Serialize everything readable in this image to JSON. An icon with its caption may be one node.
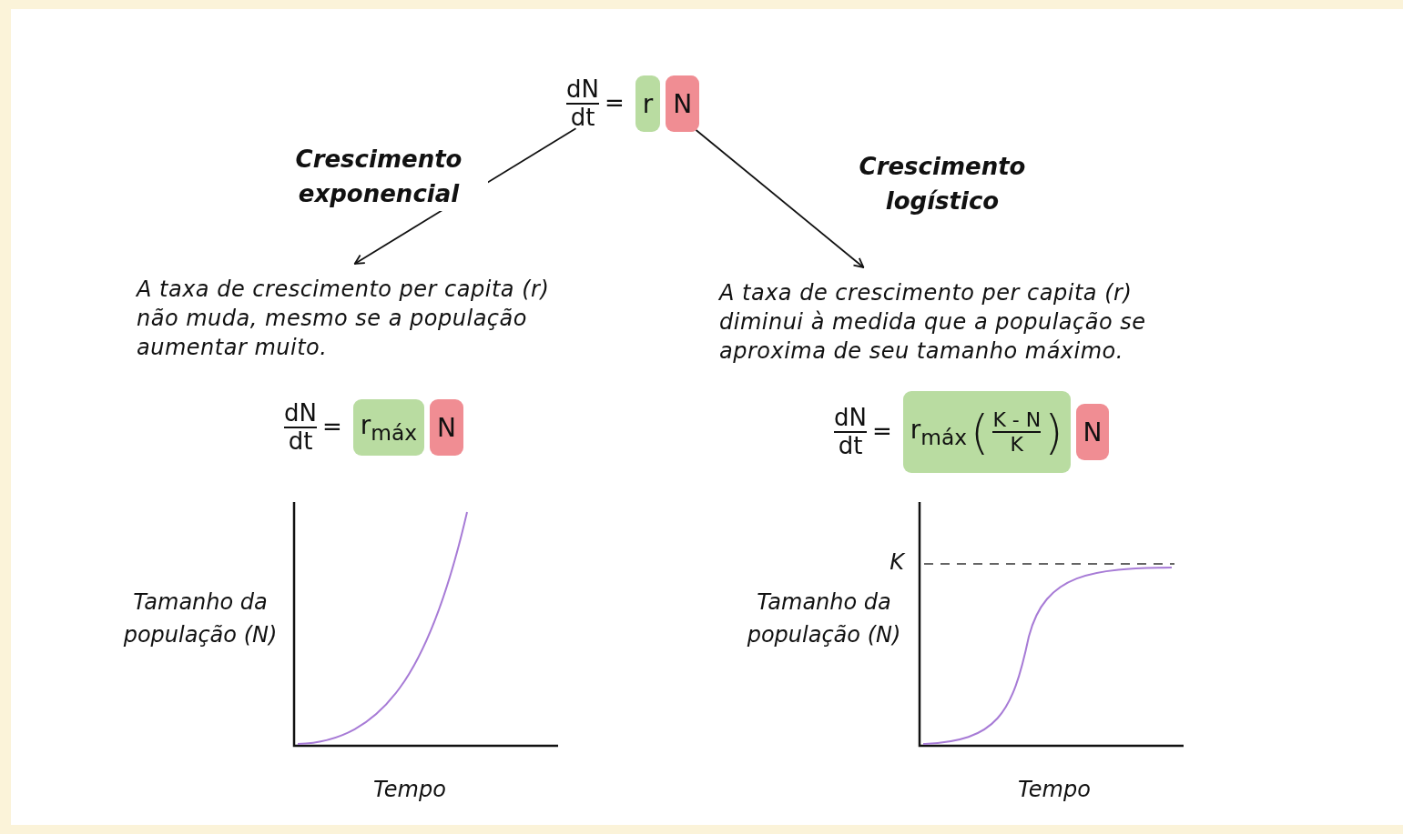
{
  "diagram": {
    "nodes": [
      {
        "text": [
          "dN",
          "dt",
          "="
        ]
      },
      {
        "text": [
          "r"
        ]
      },
      {
        "text": [
          "N"
        ]
      },
      {
        "text": [
          "A taxa de crescimento per capita (r) não muda, mesmo se a população aumentar muito."
        ]
      },
      {
        "text": [
          "A taxa de crescimento per capita (r) diminui à medida que a população se aproxima de seu tamanho máximo."
        ]
      },
      {
        "text": [
          "dN",
          "dt",
          "="
        ]
      },
      {
        "text": [
          "r$_{máx}$"
        ]
      },
      {
        "text": [
          "N"
        ]
      },
      {
        "text": [
          "dN",
          "dt",
          "="
        ]
      },
      {
        "text": [
          "r$_{máx}$",
          "(",
          "K - N",
          "K",
          ")"
        ]
      },
      {
        "text": [
          "N"
        ]
      }
    ],
    "edges": [
      {
        "from": 0,
        "to": 3,
        "arrow": "to",
        "label": "Crescimento exponencial"
      },
      {
        "from": 2,
        "to": 4,
        "arrow": "to",
        "label": "Crescimento logístico"
      }
    ],
    "labels": [
      "Tamanho da população (N)",
      "Tempo",
      "K",
      "Tamanho da população (N)",
      "Tempo"
    ]
  }
}
